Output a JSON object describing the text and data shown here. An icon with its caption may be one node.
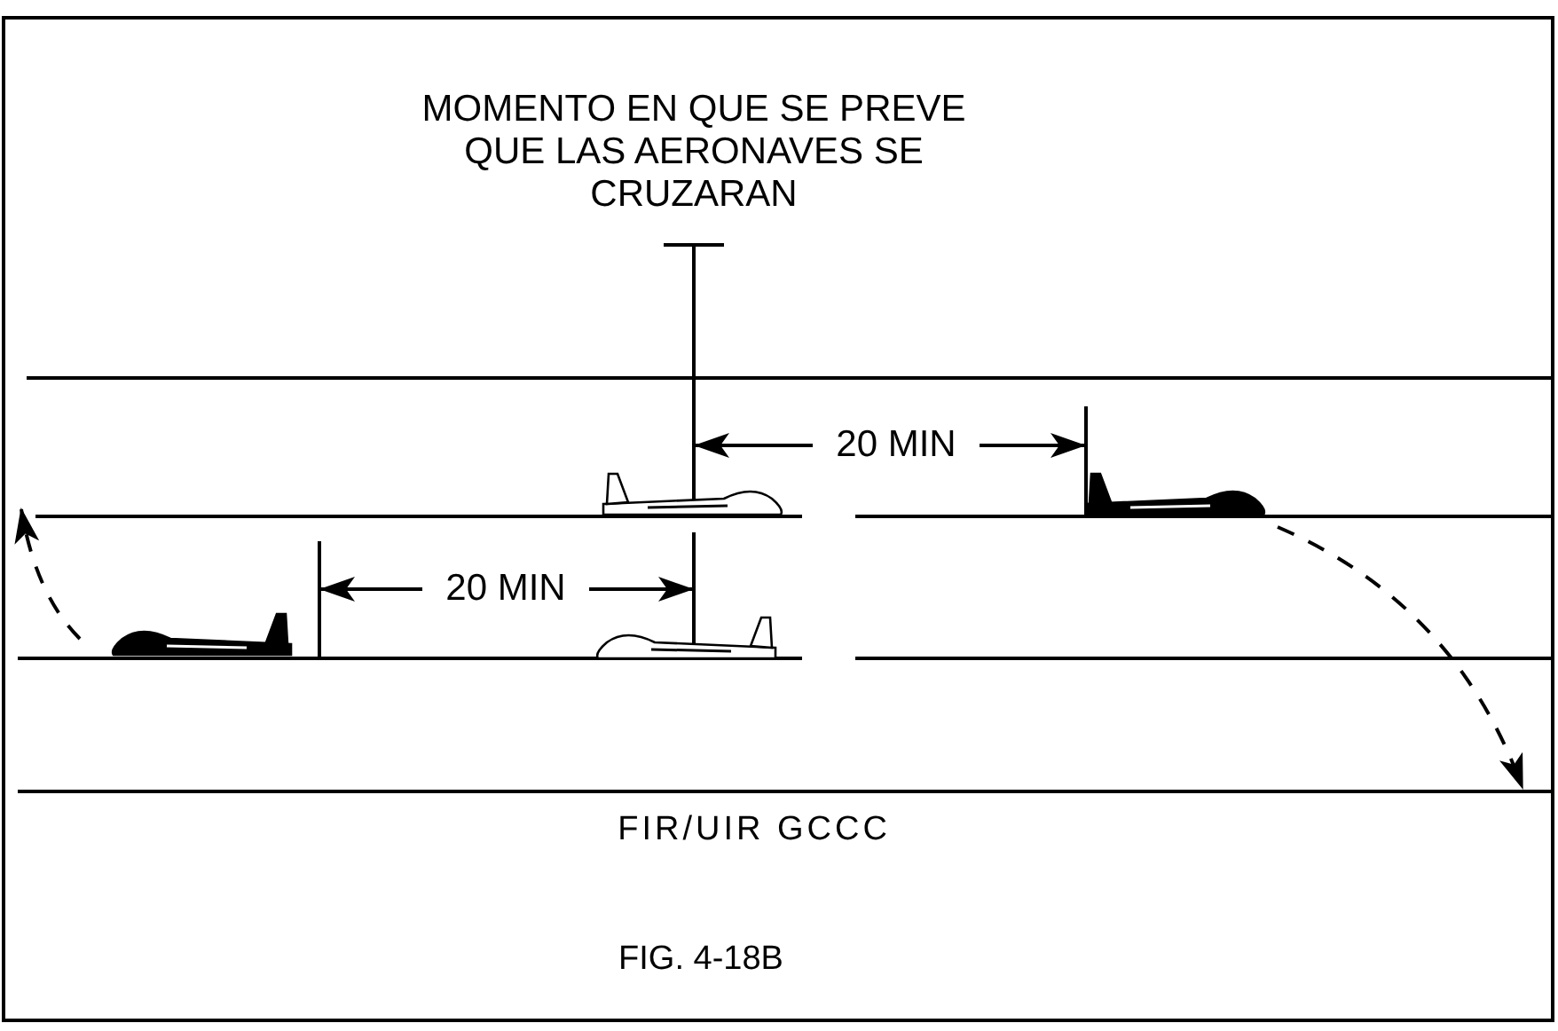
{
  "diagram": {
    "caption": "FIG. 4-18B",
    "labels": [
      "MOMENTO EN QUE SE PREVE QUE LAS AERONAVES SE CRUZARAN",
      "20 MIN",
      "20 MIN",
      "FIR/UIR GCCC"
    ]
  }
}
